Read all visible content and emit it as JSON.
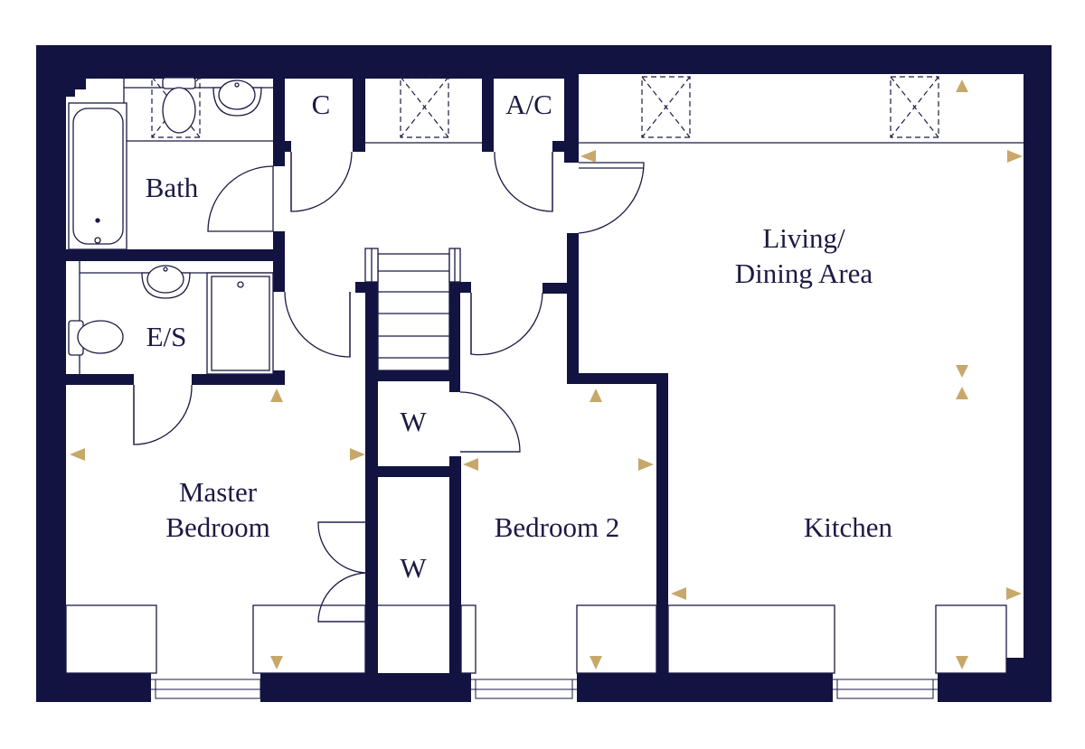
{
  "colors": {
    "wall": "#121340",
    "line": "#1b1a44",
    "marker": "#c8a86a",
    "background": "#ffffff"
  },
  "rooms": {
    "bath": "Bath",
    "ensuite": "E/S",
    "cupboard": "C",
    "airing_cupboard": "A/C",
    "living_line1": "Living/",
    "living_line2": "Dining Area",
    "master_line1": "Master",
    "master_line2": "Bedroom",
    "wardrobe_upper": "W",
    "wardrobe_lower": "W",
    "bedroom2": "Bedroom 2",
    "kitchen": "Kitchen"
  },
  "icons": [
    "skylight-icon",
    "toilet-icon",
    "basin-icon",
    "bathtub-icon",
    "shower-tray-icon",
    "staircase-icon",
    "door-swing-icon",
    "measurement-marker-icon",
    "window-icon"
  ]
}
